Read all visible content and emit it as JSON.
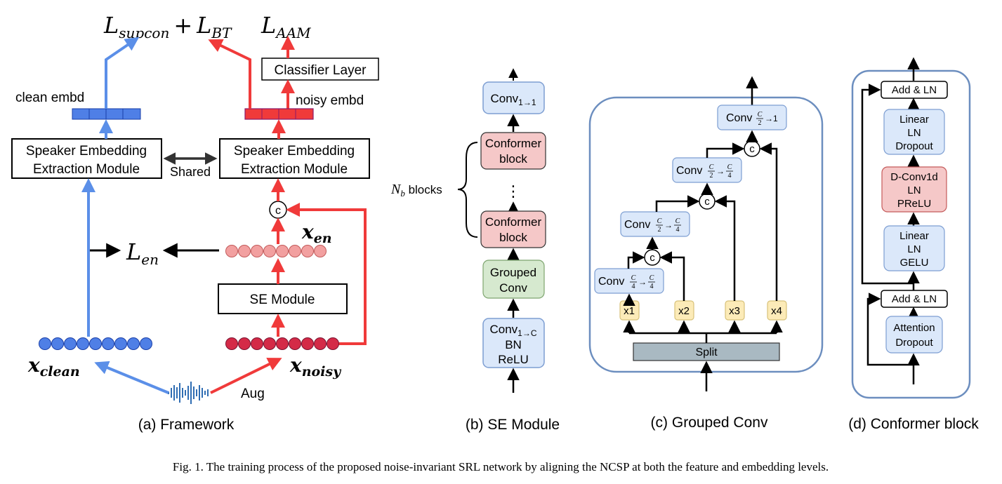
{
  "framework": {
    "loss_top_left": {
      "base": "L",
      "sub": "supcon",
      "plus": "+",
      "base2": "L",
      "sub2": "BT"
    },
    "loss_top_right": {
      "base": "L",
      "sub": "AAM"
    },
    "classifier_label": "Classifier Layer",
    "clean_embd_label": "clean embd",
    "noisy_embd_label": "noisy embd",
    "extractor_left": {
      "line1": "Speaker Embedding",
      "line2": "Extraction Module"
    },
    "extractor_right": {
      "line1": "Speaker Embedding",
      "line2": "Extraction Module"
    },
    "shared_label": "Shared",
    "concat_symbol": "c",
    "x_en": {
      "base": "x",
      "sub": "en"
    },
    "loss_en": {
      "base": "L",
      "sub": "en"
    },
    "se_module_label": "SE Module",
    "x_clean": {
      "base": "x",
      "sub": "clean"
    },
    "x_noisy": {
      "base": "x",
      "sub": "noisy"
    },
    "aug_label": "Aug",
    "caption": "(a) Framework"
  },
  "se_module": {
    "conv_top": {
      "text": "Conv",
      "sub": "1→1"
    },
    "conformer_top": {
      "line1": "Conformer",
      "line2": "block"
    },
    "dots": "⋮",
    "conformer_bottom": {
      "line1": "Conformer",
      "line2": "block"
    },
    "nb_blocks": {
      "base": "N",
      "sub": "b",
      "text": " blocks"
    },
    "grouped_conv": {
      "line1": "Grouped",
      "line2": "Conv"
    },
    "conv_bottom": {
      "text": "Conv",
      "sub": "1→C",
      "line2": "BN",
      "line3": "ReLU"
    },
    "caption": "(b) SE Module"
  },
  "grouped_conv": {
    "conv_c2_1": {
      "text": "Conv",
      "num": "C",
      "den": "2",
      "tail": "→1"
    },
    "conv_c2_c4a": {
      "text": "Conv",
      "num1": "C",
      "den1": "2",
      "arrow": "→",
      "num2": "C",
      "den2": "4"
    },
    "conv_c2_c4b": {
      "text": "Conv",
      "num1": "C",
      "den1": "2",
      "arrow": "→",
      "num2": "C",
      "den2": "4"
    },
    "conv_c4_c4": {
      "text": "Conv",
      "num1": "C",
      "den1": "4",
      "arrow": "→",
      "num2": "C",
      "den2": "4"
    },
    "concat_symbol": "c",
    "x_labels": [
      "x1",
      "x2",
      "x3",
      "x4"
    ],
    "split_label": "Split",
    "caption": "(c) Grouped Conv"
  },
  "conformer": {
    "add_ln_top": "Add & LN",
    "linear_ln_dropout": {
      "line1": "Linear",
      "line2": "LN",
      "line3": "Dropout"
    },
    "dconv": {
      "line1": "D-Conv1d",
      "line2": "LN",
      "line3": "PReLU"
    },
    "linear_ln_gelu": {
      "line1": "Linear",
      "line2": "LN",
      "line3": "GELU"
    },
    "add_ln_bottom": "Add & LN",
    "attention": {
      "line1": "Attention",
      "line2": "Dropout"
    },
    "caption": "(d) Conformer block"
  },
  "figure_caption": "Fig. 1.  The training process of the proposed noise-invariant SRL network by aligning the NCSP at both the feature and embedding levels.",
  "colors": {
    "blue": "#5b8fe8",
    "red": "#f03a3a",
    "dark_red_dot": "#d42a47",
    "pink_dot": "#f2a0a0",
    "blue_box": "#dbe8fa",
    "blue_box_stroke": "#7d9ed2",
    "red_box": "#f5c8c8",
    "green_box": "#d6e9cf",
    "yellow_box": "#fcebb8",
    "split_box": "#a9b9c2",
    "panel_stroke": "#6c8ebf"
  }
}
